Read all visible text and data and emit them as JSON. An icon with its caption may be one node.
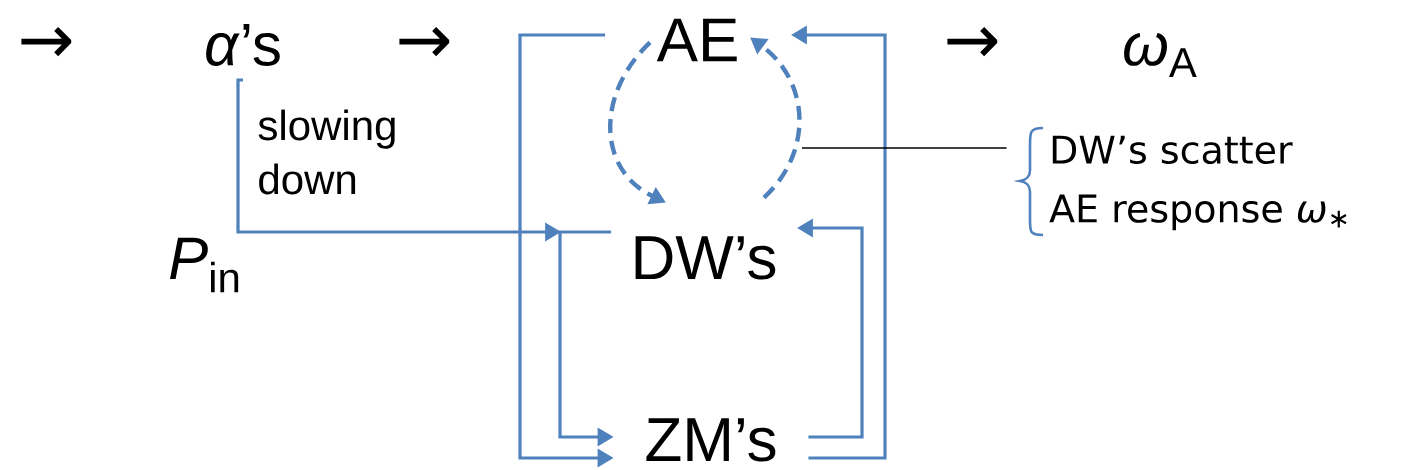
{
  "diagram": {
    "nodes": [
      {
        "text": [
          "*α*’s"
        ]
      },
      {
        "text": [
          "AE"
        ]
      },
      {
        "text": [
          "DW’s"
        ]
      },
      {
        "text": [
          "ZM’s"
        ]
      },
      {
        "text": [
          "*ω*$_{A}$"
        ]
      },
      {
        "text": [
          "*P*$_{in}$"
        ]
      },
      {
        "text": [
          "DW’s scatter",
          "AE response *ω*$_{∗}$"
        ]
      }
    ],
    "edges": [
      {
        "from": 0,
        "to": 2,
        "arrow": "to",
        "label": "slowing down"
      },
      {
        "from": 1,
        "to": 3,
        "arrow": "to"
      },
      {
        "from": 2,
        "to": 3,
        "arrow": "to"
      },
      {
        "from": 3,
        "to": 1,
        "arrow": "to"
      },
      {
        "from": 3,
        "to": 2,
        "arrow": "to"
      },
      {
        "from": 1,
        "to": 2,
        "arrow": "to",
        "style": "dashed"
      },
      {
        "from": 2,
        "to": 1,
        "arrow": "to",
        "style": "dashed"
      },
      {
        "from": 6,
        "to": null,
        "arrow": "none",
        "color": "#000000"
      }
    ],
    "labels": [
      "→",
      "→",
      "→"
    ]
  }
}
